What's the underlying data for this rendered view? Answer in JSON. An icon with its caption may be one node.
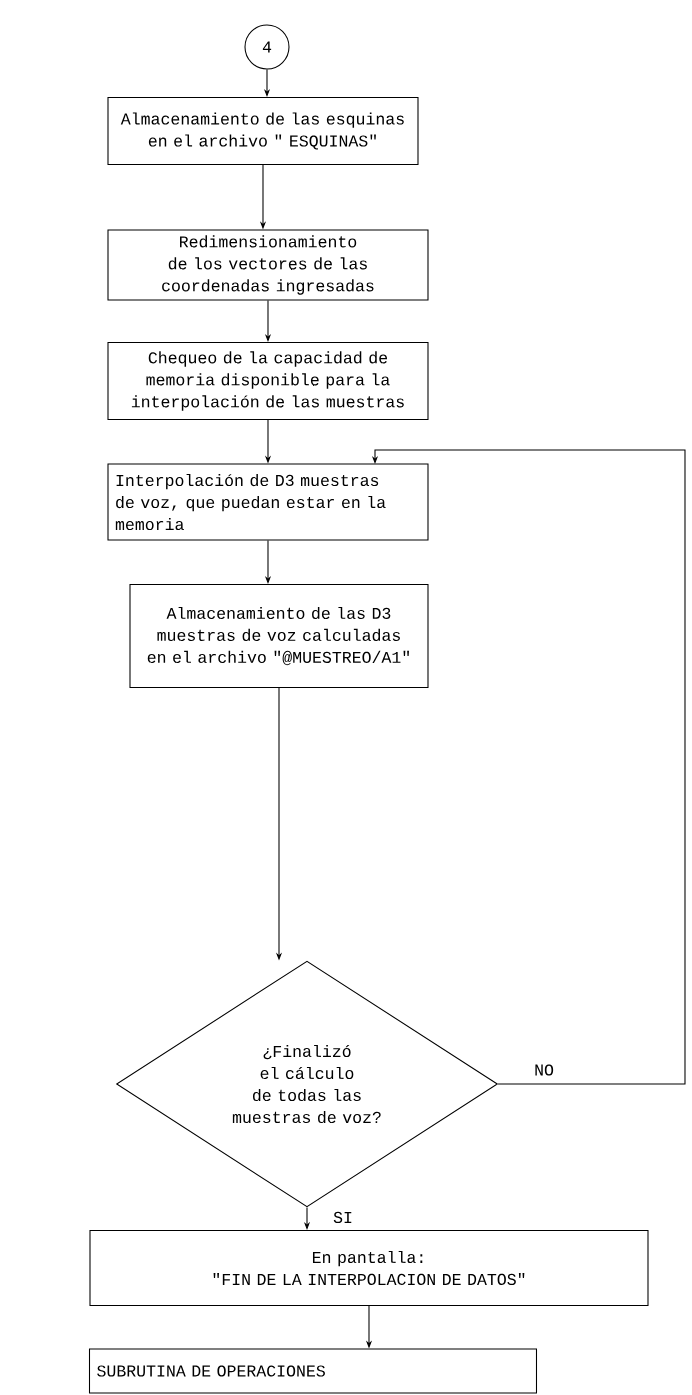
{
  "diagram": {
    "nodes": [
      {
        "text": [
          "4"
        ]
      },
      {
        "text": [
          "Almacenamiento de las esquinas en el archivo \" ESQUINAS\""
        ]
      },
      {
        "text": [
          "Redimensionamiento de los vectores de las coordenadas ingresadas"
        ]
      },
      {
        "text": [
          "Chequeo de la capacidad de memoria disponible para la interpolación de las muestras"
        ]
      },
      {
        "text": [
          "Interpolación de D3 muestras de voz, que puedan estar en la memoria"
        ]
      },
      {
        "text": [
          "Almacenamiento de las D3 muestras de voz calculadas en el archivo \"@MUESTREO/A1\""
        ]
      },
      {
        "text": [
          "¿Finalizó el cálculo de todas las muestras de voz?"
        ]
      },
      {
        "text": [
          "En pantalla:",
          "\"FIN DE LA INTERPOLACION DE DATOS\""
        ]
      },
      {
        "text": [
          "SUBRUTINA DE OPERACIONES"
        ]
      }
    ],
    "edges": [
      {
        "from": 0,
        "to": 1,
        "arrow": "to"
      },
      {
        "from": 1,
        "to": 2,
        "arrow": "to"
      },
      {
        "from": 2,
        "to": 3,
        "arrow": "to"
      },
      {
        "from": 3,
        "to": 4,
        "arrow": "to"
      },
      {
        "from": 4,
        "to": 5,
        "arrow": "to"
      },
      {
        "from": 5,
        "to": 6,
        "arrow": "to"
      },
      {
        "from": 6,
        "to": 4,
        "arrow": "to",
        "label": "NO"
      },
      {
        "from": 6,
        "to": 7,
        "arrow": "to",
        "label": "SI"
      },
      {
        "from": 7,
        "to": 8,
        "arrow": "to"
      }
    ]
  }
}
